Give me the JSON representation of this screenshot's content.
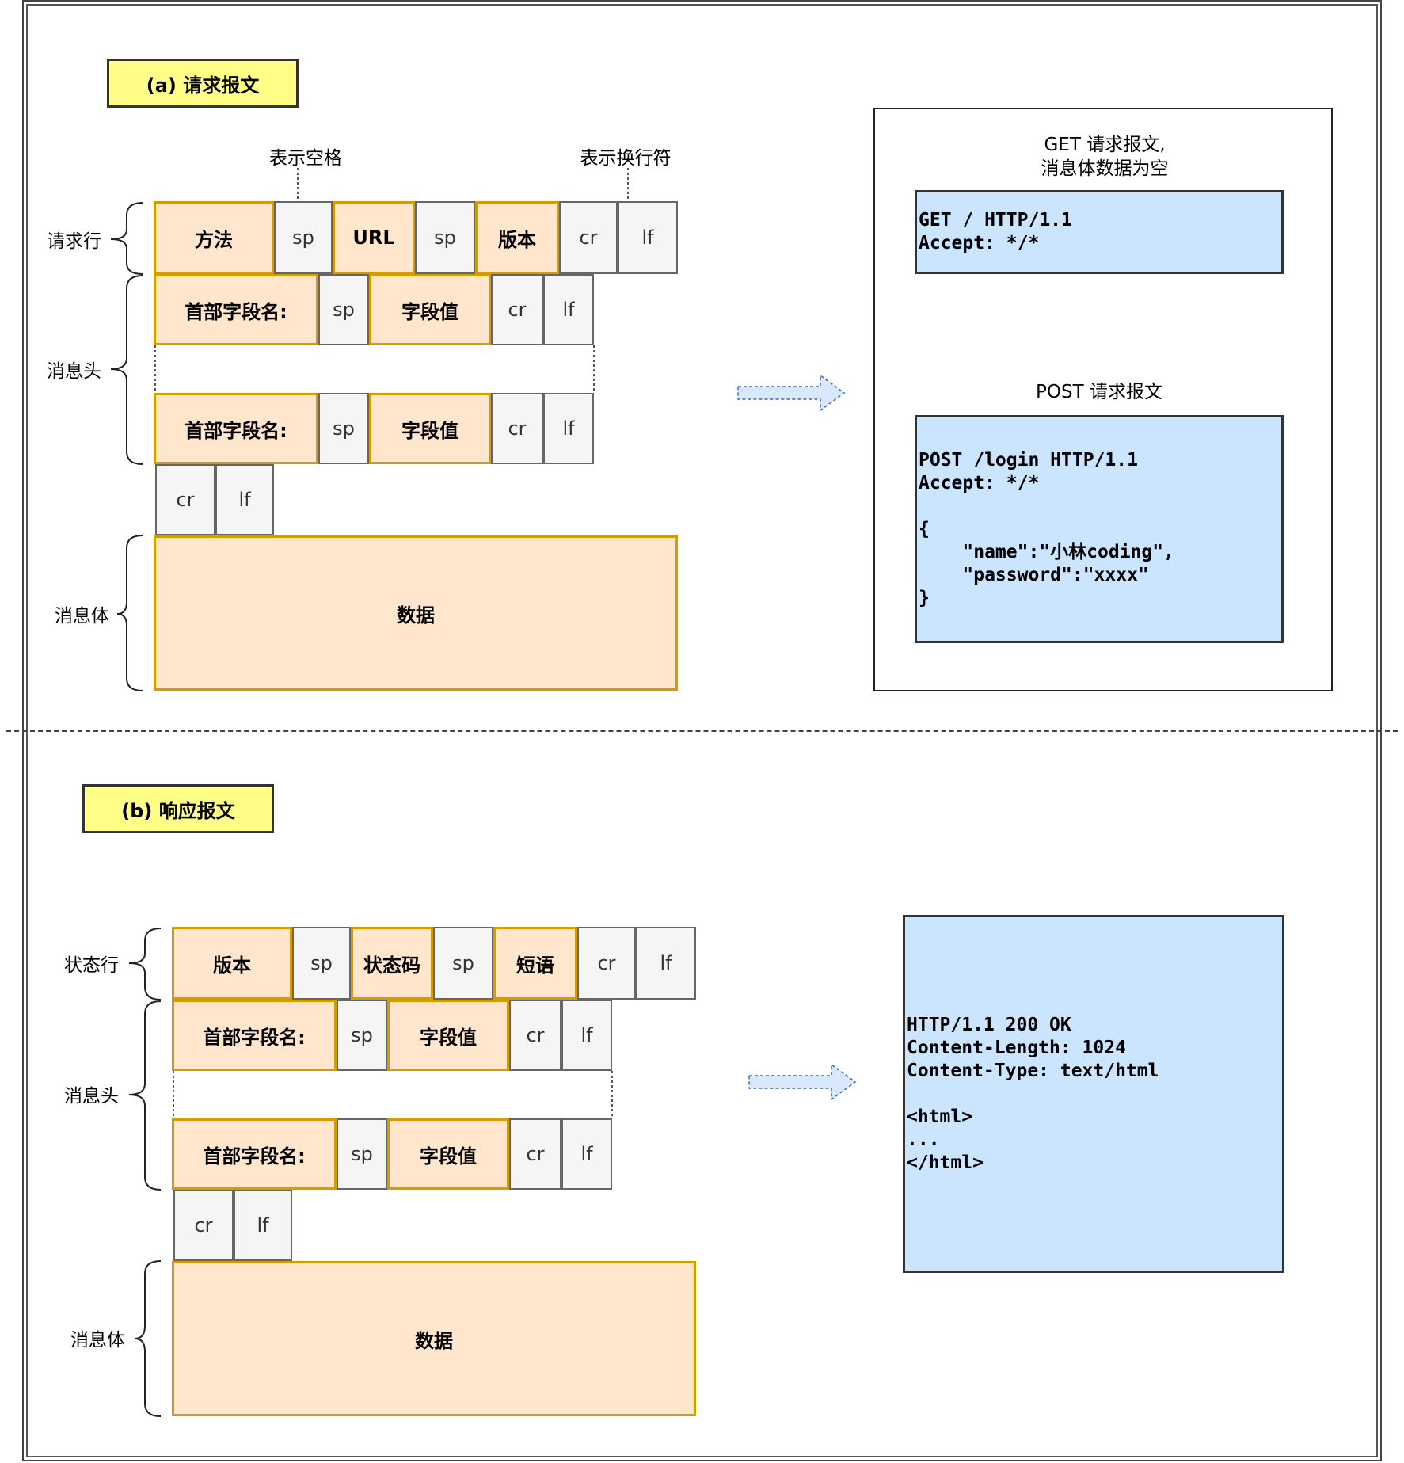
{
  "request": {
    "title": "(a) 请求报文",
    "note_space": "表示空格",
    "note_newline": "表示换行符",
    "labels": {
      "request_line": "请求行",
      "headers": "消息头",
      "body": "消息体"
    },
    "request_line": [
      "方法",
      "sp",
      "URL",
      "sp",
      "版本",
      "cr",
      "lf"
    ],
    "header_row": [
      "首部字段名:",
      "sp",
      "字段值",
      "cr",
      "lf"
    ],
    "blank_line": [
      "cr",
      "lf"
    ],
    "body": "数据",
    "get_caption": [
      "GET 请求报文,",
      "消息体数据为空"
    ],
    "get_code": [
      "GET / HTTP/1.1",
      "Accept: */*"
    ],
    "post_caption": "POST 请求报文",
    "post_code": [
      "POST /login HTTP/1.1",
      "Accept: */*",
      "",
      "{",
      "    \"name\":\"小林coding\",",
      "    \"password\":\"xxxx\"",
      "}"
    ]
  },
  "response": {
    "title": "(b) 响应报文",
    "labels": {
      "status_line": "状态行",
      "headers": "消息头",
      "body": "消息体"
    },
    "status_line": [
      "版本",
      "sp",
      "状态码",
      "sp",
      "短语",
      "cr",
      "lf"
    ],
    "header_row": [
      "首部字段名:",
      "sp",
      "字段值",
      "cr",
      "lf"
    ],
    "blank_line": [
      "cr",
      "lf"
    ],
    "body": "数据",
    "code": [
      "HTTP/1.1 200 OK",
      "Content-Length: 1024",
      "Content-Type: text/html",
      "",
      "<html>",
      "...",
      "</html>"
    ]
  },
  "colors": {
    "tag_fill": "#ffff88",
    "field_fill": "#ffe6cc",
    "field_border": "#d79b00",
    "token_fill": "#f5f5f5",
    "code_fill": "#cce5ff",
    "arrow_fill": "#dae8fc"
  }
}
